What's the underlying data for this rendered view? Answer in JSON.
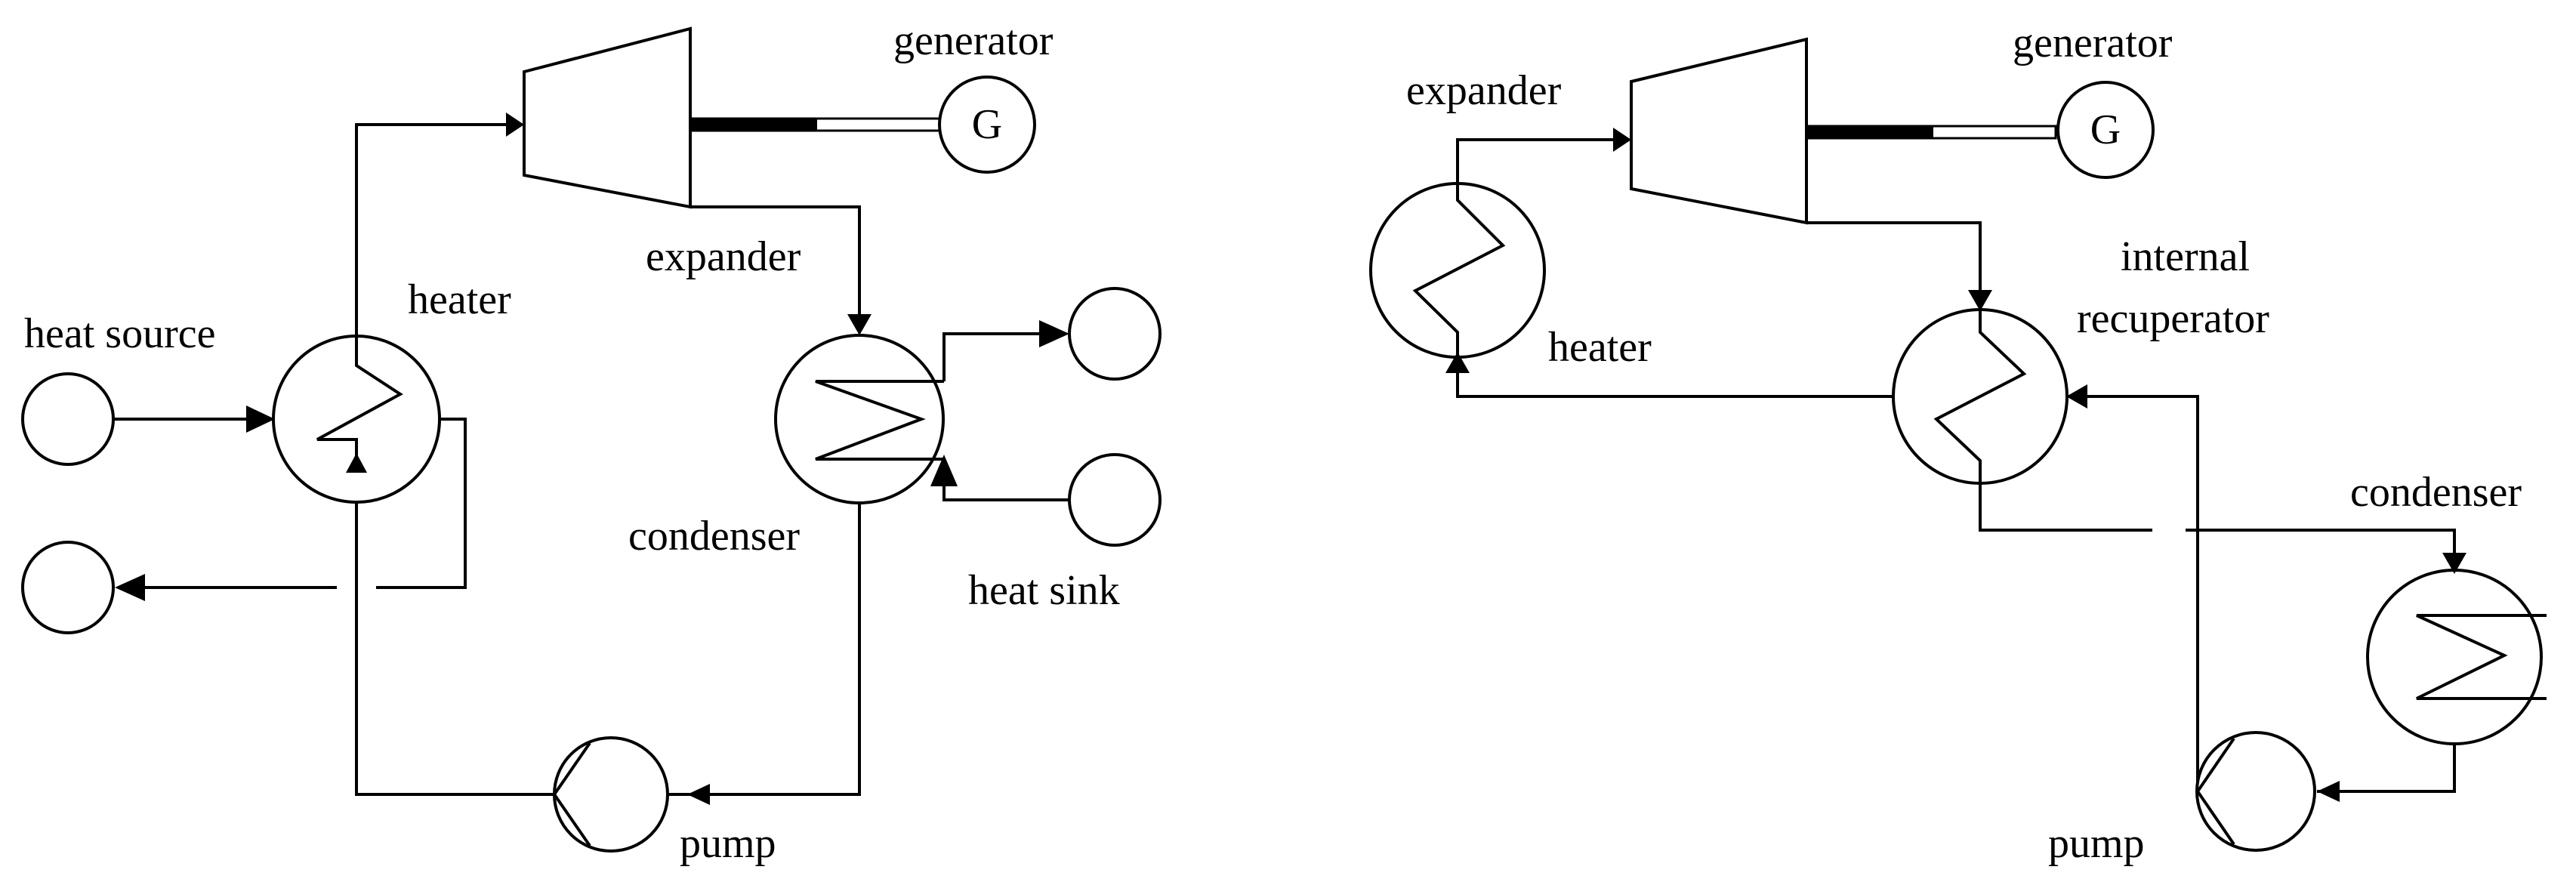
{
  "left_cycle": {
    "labels": {
      "heat_source": "heat source",
      "heater": "heater",
      "expander": "expander",
      "generator": "generator",
      "condenser": "condenser",
      "heat_sink": "heat sink",
      "pump": "pump"
    },
    "generator_symbol": "G"
  },
  "right_cycle": {
    "labels": {
      "expander": "expander",
      "generator": "generator",
      "heater": "heater",
      "recuperator_line1": "internal",
      "recuperator_line2": "recuperator",
      "condenser": "condenser",
      "pump": "pump"
    },
    "generator_symbol": "G"
  }
}
